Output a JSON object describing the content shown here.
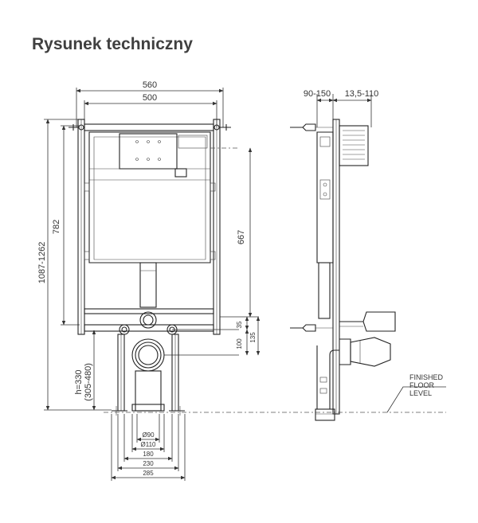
{
  "title": "Rysunek techniczny",
  "front_view": {
    "dim_top_outer": "560",
    "dim_top_inner": "500",
    "dim_left_outer": "1087-1262",
    "dim_left_inner": "782",
    "dim_right_main": "667",
    "dim_right_small_a": "35",
    "dim_right_small_b": "135",
    "dim_right_small_c": "100",
    "dim_bottom_h_line1": "h=330",
    "dim_bottom_h_line2": "(305-480)",
    "dim_d90": "Ø90",
    "dim_d110": "Ø110",
    "dim_180": "180",
    "dim_230": "230",
    "dim_285": "285"
  },
  "side_view": {
    "dim_top_left": "90-150",
    "dim_top_right": "13,5-110",
    "floor_label_line1": "FINISHED",
    "floor_label_line2": "FLOOR",
    "floor_label_line3": "LEVEL"
  }
}
